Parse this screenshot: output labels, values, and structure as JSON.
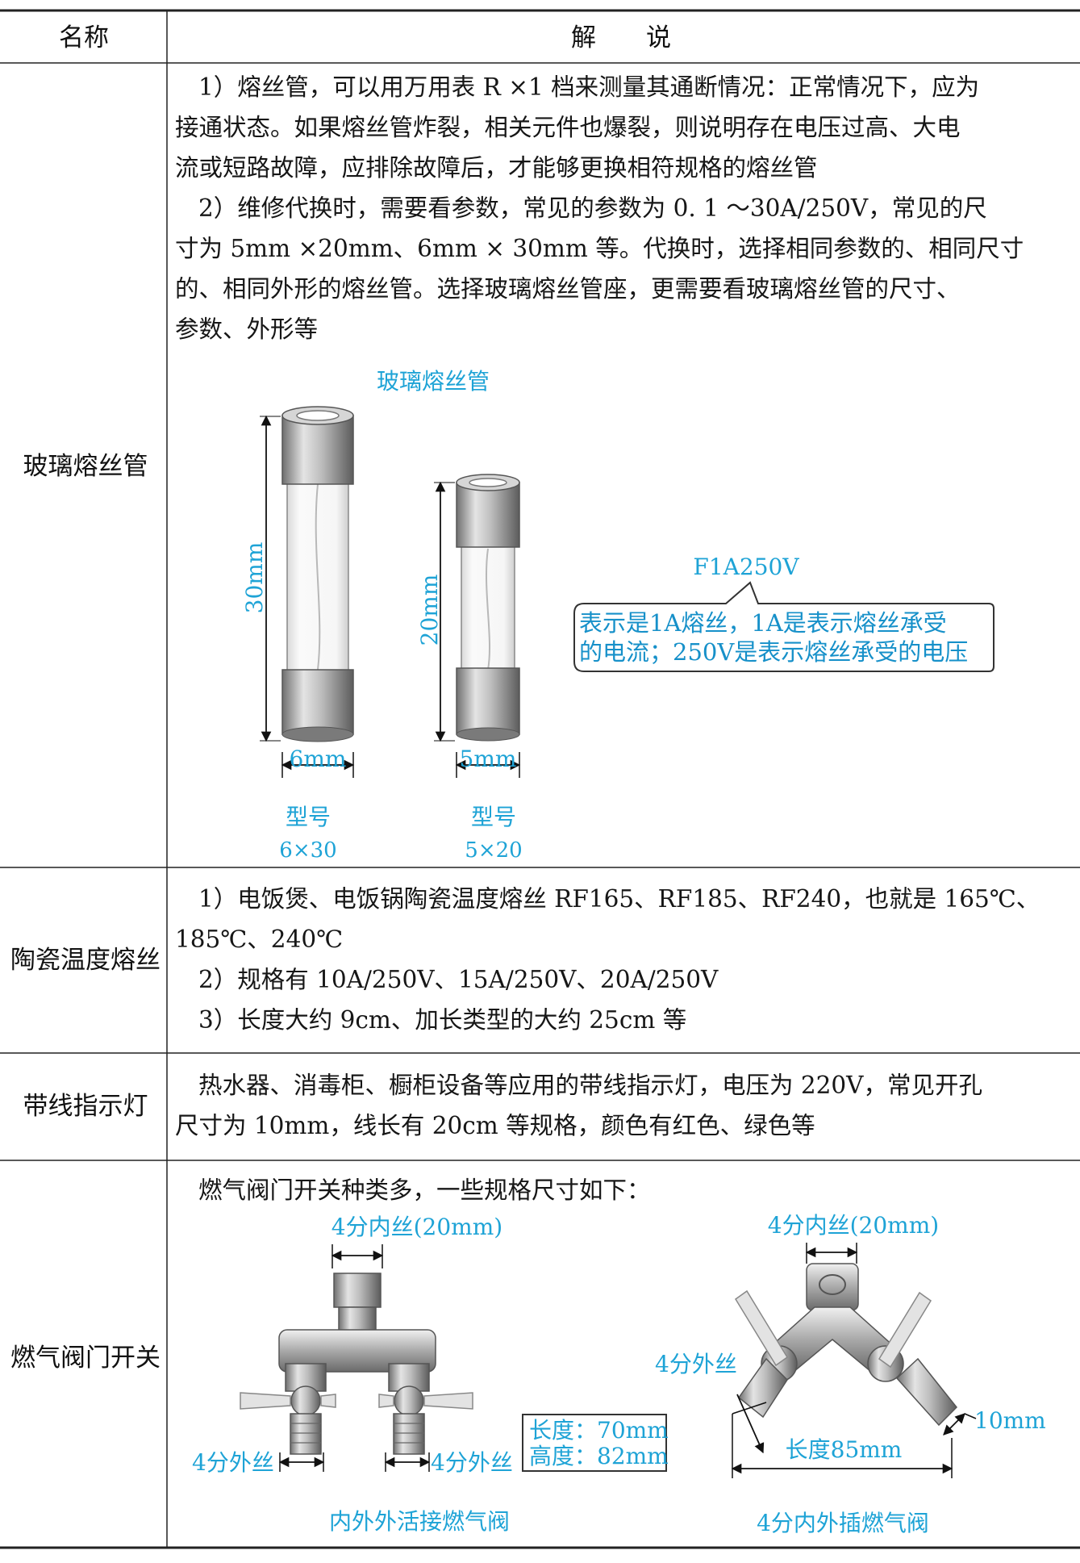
{
  "table": {
    "header": {
      "name": "名称",
      "desc": "解　　说"
    },
    "rows": [
      {
        "name": "玻璃熔丝管",
        "lines": [
          "1）熔丝管，可以用万用表 R ×1 档来测量其通断情况：正常情况下，应为",
          "接通状态。如果熔丝管炸裂，相关元件也爆裂，则说明存在电压过高、大电",
          "流或短路故障，应排除故障后，才能够更换相符规格的熔丝管",
          "2）维修代换时，需要看参数，常见的参数为 0. 1 ～30A/250V，常见的尺",
          "寸为 5mm ×20mm、6mm × 30mm 等。代换时，选择相同参数的、相同尺寸",
          "的、相同外形的熔丝管。选择玻璃熔丝管座，更需要看玻璃熔丝管的尺寸、",
          "参数、外形等"
        ],
        "figure": {
          "title": "玻璃熔丝管",
          "fuse_large": {
            "length": "30mm",
            "width": "6mm",
            "model_label": "型号",
            "model": "6×30"
          },
          "fuse_small": {
            "length": "20mm",
            "width": "5mm",
            "model_label": "型号",
            "model": "5×20"
          },
          "marking": "F1A250V",
          "callout": [
            "表示是1A熔丝，1A是表示熔丝承受",
            "的电流；250V是表示熔丝承受的电压"
          ]
        }
      },
      {
        "name": "陶瓷温度熔丝",
        "lines": [
          "1）电饭煲、电饭锅陶瓷温度熔丝 RF165、RF185、RF240，也就是 165℃、",
          "185℃、240℃",
          "2）规格有 10A/250V、15A/250V、20A/250V",
          "3）长度大约 9cm、加长类型的大约 25cm 等"
        ]
      },
      {
        "name": "带线指示灯",
        "lines": [
          "热水器、消毒柜、橱柜设备等应用的带线指示灯，电压为 220V，常见开孔",
          "尺寸为 10mm，线长有 20cm 等规格，颜色有红色、绿色等"
        ]
      },
      {
        "name": "燃气阀门开关",
        "lines": [
          "燃气阀门开关种类多，一些规格尺寸如下："
        ],
        "figure": {
          "valve1": {
            "top_label": "4分内丝(20mm)",
            "left_label": "4分外丝",
            "right_label": "4分外丝",
            "box": [
              "长度：70mm",
              "高度：82mm"
            ],
            "caption": "内外外活接燃气阀"
          },
          "valve2": {
            "top_label": "4分内丝(20mm)",
            "left_label": "4分外丝",
            "right_label": "10mm",
            "length_label": "长度85mm",
            "caption": "4分内外插燃气阀"
          }
        }
      }
    ]
  },
  "colors": {
    "accent": "#1ea3d6",
    "rule": "#222222"
  }
}
